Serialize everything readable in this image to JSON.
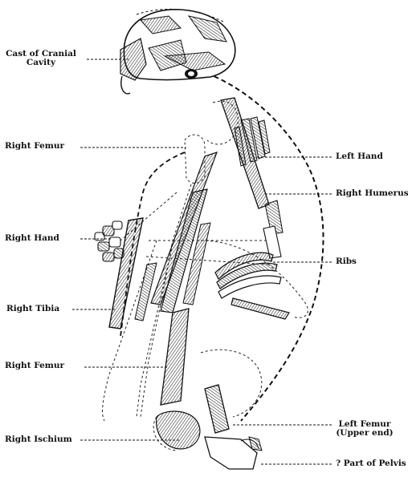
{
  "labels": {
    "cast_cranial": "Cast of Cranial\nCavity",
    "right_femur_upper": "Right Femur",
    "right_hand": "Right Hand",
    "right_tibia": "Right Tibia",
    "right_femur_lower": "Right Femur",
    "right_ischium": "Right Ischium",
    "left_hand": "Left Hand",
    "right_humerus": "Right Humerus",
    "ribs": "Ribs",
    "left_femur": "Left Femur\n(Upper end)",
    "part_of_pelvis": "? Part of Pelvis"
  }
}
